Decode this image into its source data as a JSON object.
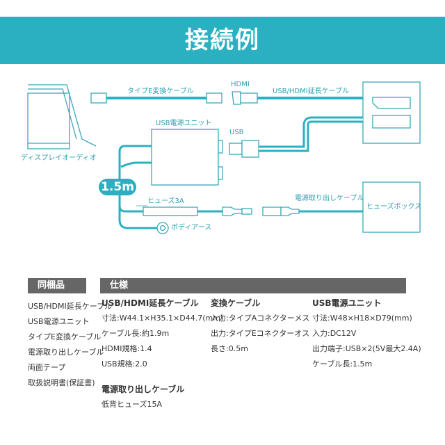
{
  "title": "接続例",
  "diagram": {
    "labels": {
      "display_audio": "ディスプレイオーディオ",
      "type_e_cable": "タイプE変換ケーブル",
      "hdmi": "HDMI",
      "usb_hdmi_cable": "USB/HDMI延長ケーブル",
      "usb_power_unit": "USB電源ユニット",
      "usb": "USB",
      "length_badge": "1.5m",
      "fuse": "ヒューズ3A",
      "power_cable": "電源取り出しケーブル",
      "fuse_box": "ヒューズボックス",
      "body_earth": "ボディアース"
    },
    "colors": {
      "accent": "#2ab0c1",
      "cable": "#2ab0c1",
      "outline": "#3aa7b8"
    }
  },
  "contents": {
    "heading": "同梱品",
    "items": [
      "USB/HDMI延長ケーブル",
      "USB電源ユニット",
      "タイプE変換ケーブル",
      "電源取り出しケーブル",
      "両面テープ",
      "取扱説明書(保証書)"
    ]
  },
  "specs": {
    "heading": "仕様",
    "columns": [
      {
        "title": "USB/HDMI延長ケーブル",
        "rows": [
          "寸法:W44.1×H35.1×D44.7(mm)",
          "ケーブル長:約1.9m",
          "HDMI規格:1.4",
          "USB規格:2.0"
        ]
      },
      {
        "title": "変換ケーブル",
        "rows": [
          "入力:タイプAコネクターメス",
          "出力:タイプEコネクターオス",
          "長さ:0.5m"
        ]
      },
      {
        "title": "USB電源ユニット",
        "rows": [
          "寸法:W48×H18×D79(mm)",
          "入力:DC12V",
          "出力端子:USB×2(5V最大2.4A)",
          "ケーブル長:1.5m"
        ]
      },
      {
        "title": "電源取り出しケーブル",
        "rows": [
          "低背ヒューズ15A"
        ]
      }
    ]
  }
}
